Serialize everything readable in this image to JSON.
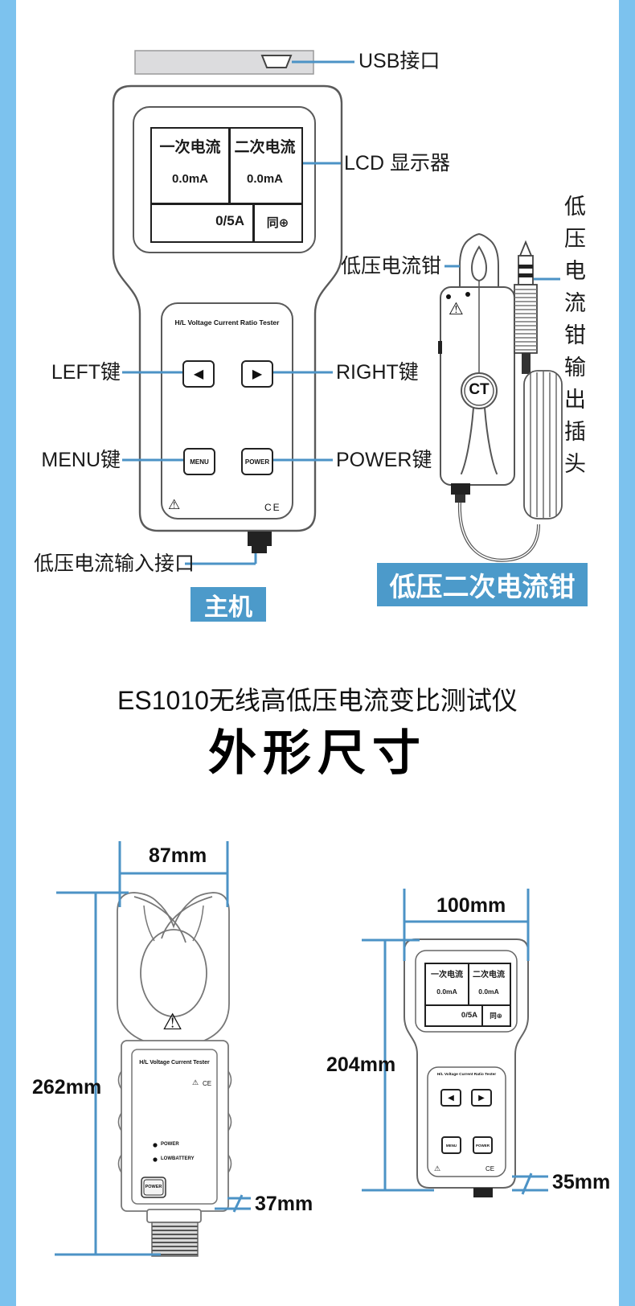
{
  "colors": {
    "sidebar_blue": "#7cc2ee",
    "caption_box_blue": "#4c9aca",
    "leader_line_blue": "#4c93c6"
  },
  "labels": {
    "usb": "USB接口",
    "lcd": "LCD 显示器",
    "left_key": "LEFT键",
    "right_key": "RIGHT键",
    "menu_key": "MENU键",
    "power_key": "POWER键",
    "input_port": "低压电流输入接口",
    "lv_clamp": "低压电流钳",
    "plug_out": "低压电流钳输出插头"
  },
  "captions": {
    "main_unit": "主机",
    "lv_secondary_clamp": "低压二次电流钳"
  },
  "screen": {
    "primary_label": "一次电流",
    "secondary_label": "二次电流",
    "primary_value": "0.0mA",
    "secondary_value": "0.0mA",
    "range": "0/5A",
    "phase": "同⊕"
  },
  "device": {
    "brand_ratio": "H/L Voltage Current Ratio Tester",
    "brand_tester": "H/L Voltage Current Tester",
    "menu": "MENU",
    "power": "POWER",
    "left_arrow": "◀",
    "right_arrow": "▶",
    "warning": "⚠",
    "ce": "CE",
    "ct": "CT",
    "led_power": "POWER",
    "led_lowbattery": "LOWBATTERY",
    "power_button": "POWER"
  },
  "title": {
    "model": "ES1010无线高低压电流变比测试仪",
    "heading": "外形尺寸"
  },
  "dims": {
    "clamp_width": "87mm",
    "clamp_height": "262mm",
    "clamp_depth": "37mm",
    "host_width": "100mm",
    "host_height": "204mm",
    "host_depth": "35mm"
  }
}
